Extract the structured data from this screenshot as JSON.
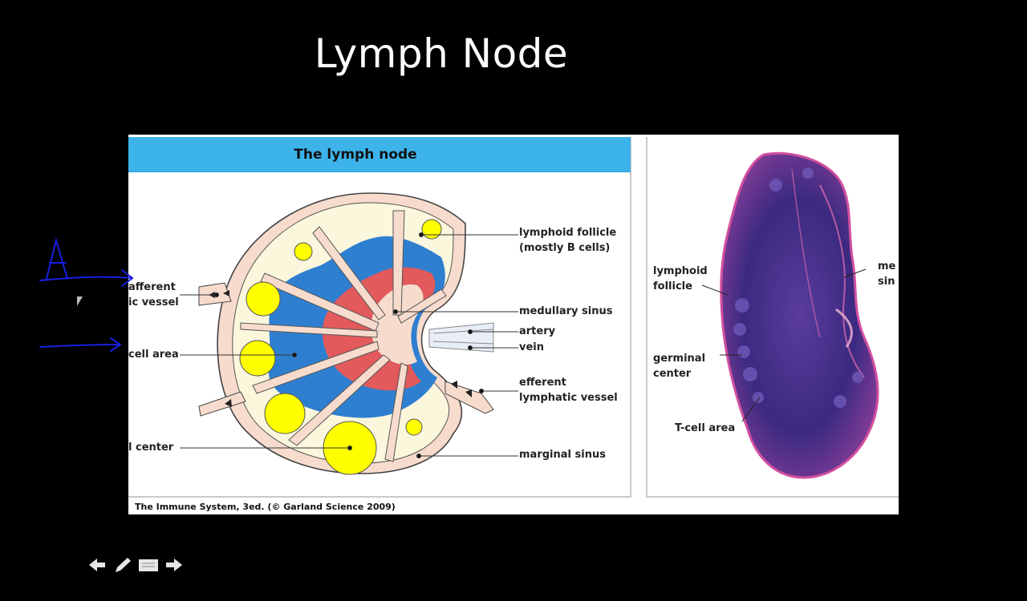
{
  "slide": {
    "title": "Lymph Node"
  },
  "figure": {
    "header": "The lymph node",
    "caption": "The Immune System, 3ed. (© Garland Science 2009)",
    "diagram_labels": {
      "lymphoid_follicle_1": "lymphoid follicle",
      "lymphoid_follicle_2": "(mostly B cells)",
      "afferent_1": "afferent",
      "afferent_2": "ic vessel",
      "t_cell_area": "cell area",
      "germinal_center": "l center",
      "medullary_sinus": "medullary sinus",
      "artery": "artery",
      "vein": "vein",
      "efferent_1": "efferent",
      "efferent_2": "lymphatic vessel",
      "marginal_sinus": "marginal sinus"
    },
    "photo_labels": {
      "lymphoid_follicle_1": "lymphoid",
      "lymphoid_follicle_2": "follicle",
      "germinal_center_1": "germinal",
      "germinal_center_2": "center",
      "t_cell_area": "T-cell area",
      "me_1": "me",
      "me_2": "sin"
    }
  },
  "annotations": {
    "handwritten_letter": "A",
    "ink_color": "#1a1fe0"
  },
  "toolbar": {
    "buttons": [
      "previous-icon",
      "pen-icon",
      "menu-icon",
      "next-icon"
    ]
  },
  "colors": {
    "header_blue": "#3cb4e9",
    "tcell_blue": "#2f7fd0",
    "medulla_red": "#e25a5c",
    "follicle_yellow": "#ffff00",
    "capsule": "#f7dccd"
  }
}
